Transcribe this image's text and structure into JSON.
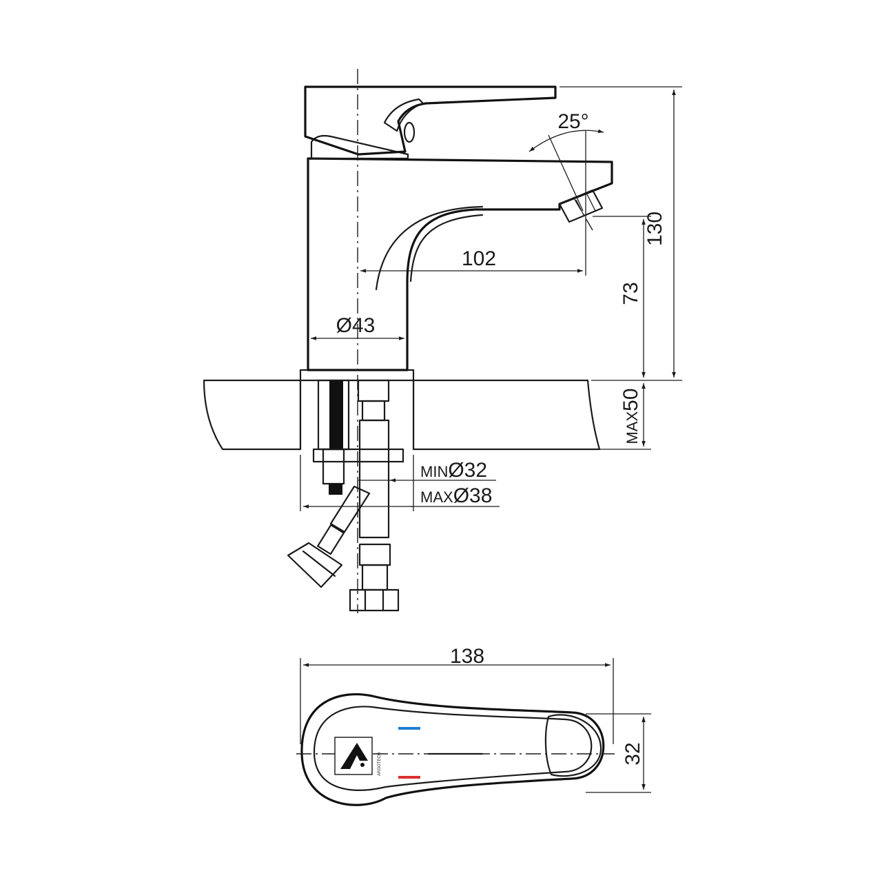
{
  "dimensions": {
    "total_height": "130",
    "spout_height": "73",
    "reach": "102",
    "body_diameter": "Ø43",
    "lever_angle": "25°",
    "max_counter_thickness_prefix": "MAX",
    "max_counter_thickness_value": "50",
    "min_hole_prefix": "MIN",
    "min_hole_value": "Ø32",
    "max_hole_prefix": "MAX",
    "max_hole_value": "Ø38",
    "top_length": "138",
    "top_width": "32"
  },
  "logo": {
    "brand_text": "ARGOTECH"
  },
  "colors": {
    "cold_mark": "#1f7fd0",
    "hot_mark": "#d8302f",
    "line": "#1a1a1a"
  }
}
